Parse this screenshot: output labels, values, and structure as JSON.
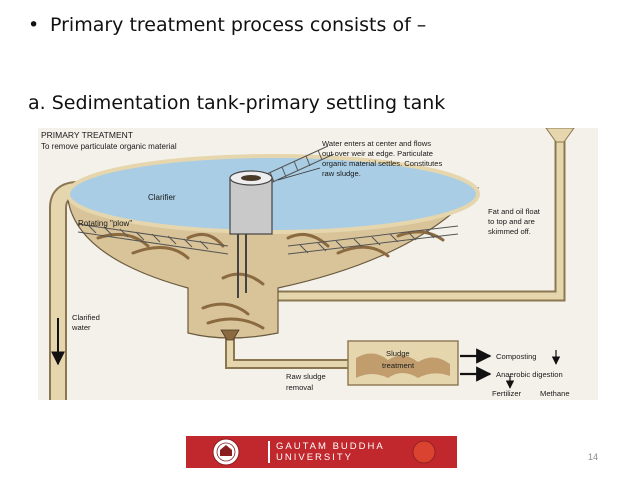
{
  "slide": {
    "bullet_glyph": "•",
    "bullet_text": "Primary treatment process consists of –",
    "subitem_text": "a.  Sedimentation tank-primary settling tank",
    "page_number": "14"
  },
  "diagram": {
    "title_line1": "PRIMARY TREATMENT",
    "title_line2": "To remove particulate organic material",
    "labels": {
      "clarifier": "Clarifier",
      "plow": "Rotating \"plow\"",
      "water_enters": [
        "Water enters at center and flows",
        "out over weir at edge.  Particulate",
        "organic material settles.  Constitutes",
        "raw sludge."
      ],
      "fat_oil": [
        "Fat and oil float",
        "to top and are",
        "skimmed off."
      ],
      "clarified": [
        "Clarified",
        "water"
      ],
      "raw_sludge": [
        "Raw sludge",
        "removal"
      ],
      "sludge_treatment": [
        "Sludge",
        "treatment"
      ],
      "composting": "Composting",
      "anaerobic": "Anaerobic digestion",
      "fertilizer": "Fertilizer",
      "methane": "Methane"
    }
  },
  "logo": {
    "name": "GAUTAM BUDDHA\nUNIVERSITY"
  },
  "colors": {
    "pipe": "#e6d6ad",
    "pipe_edge": "#8a7650",
    "water": "#a9cde4",
    "sludge": "#b48a5a",
    "logo_bg": "#c0282d"
  }
}
